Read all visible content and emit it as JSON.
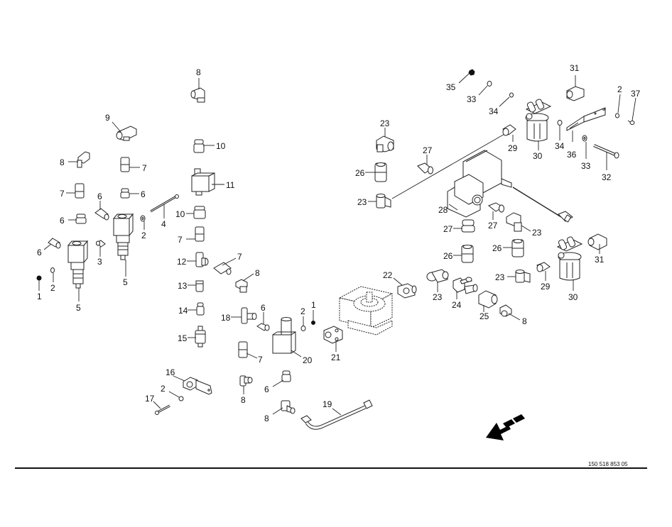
{
  "document": {
    "type": "exploded parts diagram",
    "drawing_number": "150 518 853 05"
  },
  "orientation_arrow": {
    "icon": "direction-arrow-icon",
    "direction": "down-left"
  },
  "callouts": [
    {
      "id": "c8a",
      "label": "8"
    },
    {
      "id": "c9",
      "label": "9"
    },
    {
      "id": "c10a",
      "label": "10"
    },
    {
      "id": "c8b",
      "label": "8"
    },
    {
      "id": "c7a",
      "label": "7"
    },
    {
      "id": "c11",
      "label": "11"
    },
    {
      "id": "c7b",
      "label": "7"
    },
    {
      "id": "c6a",
      "label": "6"
    },
    {
      "id": "c6b",
      "label": "6"
    },
    {
      "id": "c6c",
      "label": "6"
    },
    {
      "id": "c4",
      "label": "4"
    },
    {
      "id": "c10b",
      "label": "10"
    },
    {
      "id": "c2a",
      "label": "2"
    },
    {
      "id": "c7c",
      "label": "7"
    },
    {
      "id": "c6d",
      "label": "6"
    },
    {
      "id": "c3",
      "label": "3"
    },
    {
      "id": "c5a",
      "label": "5"
    },
    {
      "id": "c1a",
      "label": "1"
    },
    {
      "id": "c2b",
      "label": "2"
    },
    {
      "id": "c5b",
      "label": "5"
    },
    {
      "id": "c12",
      "label": "12"
    },
    {
      "id": "c7d",
      "label": "7"
    },
    {
      "id": "c8c",
      "label": "8"
    },
    {
      "id": "c13",
      "label": "13"
    },
    {
      "id": "c14",
      "label": "14"
    },
    {
      "id": "c18",
      "label": "18"
    },
    {
      "id": "c6e",
      "label": "6"
    },
    {
      "id": "c2c",
      "label": "2"
    },
    {
      "id": "c1b",
      "label": "1"
    },
    {
      "id": "c15",
      "label": "15"
    },
    {
      "id": "c7e",
      "label": "7"
    },
    {
      "id": "c20",
      "label": "20"
    },
    {
      "id": "c21",
      "label": "21"
    },
    {
      "id": "c16",
      "label": "16"
    },
    {
      "id": "c2d",
      "label": "2"
    },
    {
      "id": "c17",
      "label": "17"
    },
    {
      "id": "c8d",
      "label": "8"
    },
    {
      "id": "c6f",
      "label": "6"
    },
    {
      "id": "c8e",
      "label": "8"
    },
    {
      "id": "c19",
      "label": "19"
    },
    {
      "id": "c22",
      "label": "22"
    },
    {
      "id": "c23a",
      "label": "23"
    },
    {
      "id": "c26a",
      "label": "26"
    },
    {
      "id": "c27a",
      "label": "27"
    },
    {
      "id": "c23b",
      "label": "23"
    },
    {
      "id": "c28",
      "label": "28"
    },
    {
      "id": "c29a",
      "label": "29"
    },
    {
      "id": "c35",
      "label": "35"
    },
    {
      "id": "c33a",
      "label": "33"
    },
    {
      "id": "c34a",
      "label": "34"
    },
    {
      "id": "c31a",
      "label": "31"
    },
    {
      "id": "c30a",
      "label": "30"
    },
    {
      "id": "c34b",
      "label": "34"
    },
    {
      "id": "c36",
      "label": "36"
    },
    {
      "id": "c2e",
      "label": "2"
    },
    {
      "id": "c37",
      "label": "37"
    },
    {
      "id": "c33b",
      "label": "33"
    },
    {
      "id": "c32",
      "label": "32"
    },
    {
      "id": "c27b",
      "label": "27"
    },
    {
      "id": "c27c",
      "label": "27"
    },
    {
      "id": "c23c",
      "label": "23"
    },
    {
      "id": "c26b",
      "label": "26"
    },
    {
      "id": "c26c",
      "label": "26"
    },
    {
      "id": "c31b",
      "label": "31"
    },
    {
      "id": "c23d",
      "label": "23"
    },
    {
      "id": "c29b",
      "label": "29"
    },
    {
      "id": "c30b",
      "label": "30"
    },
    {
      "id": "c23e",
      "label": "23"
    },
    {
      "id": "c24",
      "label": "24"
    },
    {
      "id": "c25",
      "label": "25"
    },
    {
      "id": "c8f",
      "label": "8"
    }
  ]
}
